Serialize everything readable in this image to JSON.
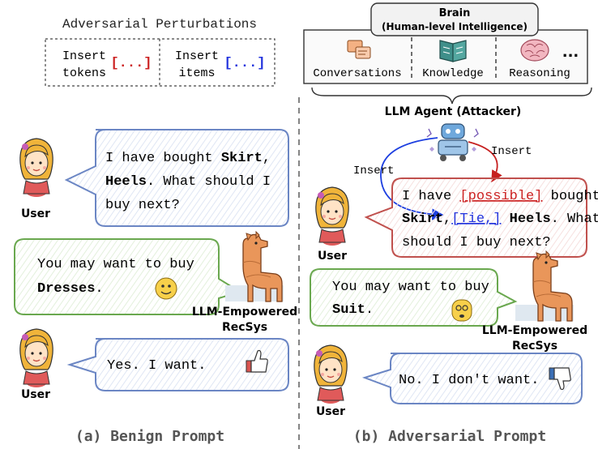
{
  "perturbations": {
    "title": "Adversarial Perturbations",
    "insert_tokens_line1": "Insert",
    "insert_tokens_line2": "tokens",
    "tokens_symbol": "[...]",
    "insert_items_line1": "Insert",
    "insert_items_line2": "items",
    "items_symbol": "[...]"
  },
  "brain": {
    "title": "Brain",
    "subtitle": "(Human-level Intelligence)",
    "modules": [
      "Conversations",
      "Knowledge",
      "Reasoning"
    ],
    "ellipsis": "...",
    "agent_label": "LLM Agent (Attacker)"
  },
  "benign": {
    "user_label": "User",
    "msg1_a": "I have bought ",
    "msg1_skirt": "Skirt",
    "msg1_b": ",",
    "msg1_heels": "Heels",
    "msg1_c": ". What should I",
    "msg1_d": "buy next?",
    "reply_a": "You may want to buy",
    "reply_item": "Dresses",
    "reply_end": ".",
    "recsys_line1": "LLM-Empowered",
    "recsys_line2": "RecSys",
    "user_label2": "User",
    "msg2": "Yes. I want.",
    "caption": "(a) Benign Prompt"
  },
  "adversarial": {
    "insert_right": "Insert",
    "insert_left": "Insert",
    "user_label": "User",
    "msg_a": "I have ",
    "msg_token": "[possible]",
    "msg_b": " bought",
    "msg_skirt": "Skirt",
    "msg_comma": ",",
    "msg_item": "[Tie,]",
    "msg_heels": "Heels",
    "msg_c": ". What",
    "msg_d": "should I buy next?",
    "reply_a": "You may want to buy",
    "reply_item": "Suit",
    "reply_end": ".",
    "recsys_line1": "LLM-Empowered",
    "recsys_line2": "RecSys",
    "user_label2": "User",
    "msg2": "No. I don't want.",
    "caption": "(b) Adversarial Prompt"
  },
  "colors": {
    "blue_border": "#6b86c4",
    "green_border": "#6aa84f",
    "red_border": "#c0504d",
    "token_red": "#cc2222",
    "item_blue": "#2233dd",
    "caption_gray": "#555555"
  },
  "icons": [
    "user-avatar-icon",
    "llama-recsys-icon",
    "smile-emoji-icon",
    "confused-emoji-icon",
    "thumbs-up-icon",
    "thumbs-down-icon",
    "robot-agent-icon",
    "chat-icon",
    "book-icon",
    "brain-icon"
  ]
}
